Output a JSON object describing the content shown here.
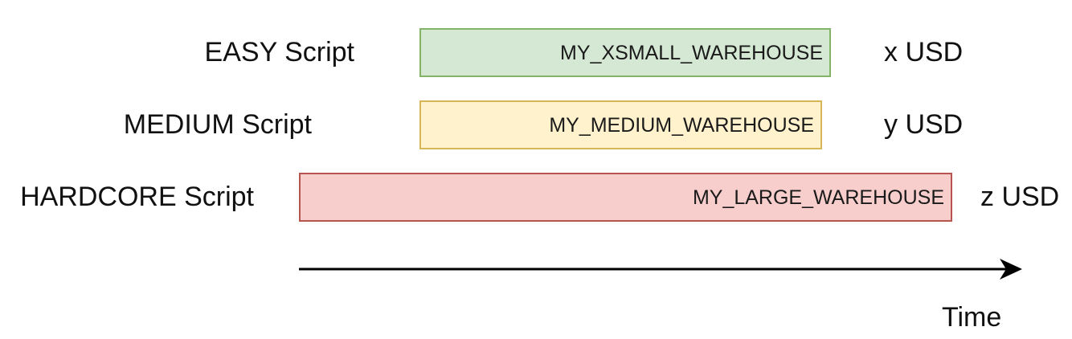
{
  "rows": [
    {
      "script_label": "EASY Script",
      "warehouse": "MY_XSMALL_WAREHOUSE",
      "cost": "x USD",
      "fill": "#d5e8d4",
      "stroke": "#82b366"
    },
    {
      "script_label": "MEDIUM Script",
      "warehouse": "MY_MEDIUM_WAREHOUSE",
      "cost": "y USD",
      "fill": "#fff2cc",
      "stroke": "#d6b656"
    },
    {
      "script_label": "HARDCORE Script",
      "warehouse": "MY_LARGE_WAREHOUSE",
      "cost": "z USD",
      "fill": "#f8cecc",
      "stroke": "#b85450"
    }
  ],
  "axis": {
    "label": "Time",
    "arrow_color": "#000000"
  }
}
